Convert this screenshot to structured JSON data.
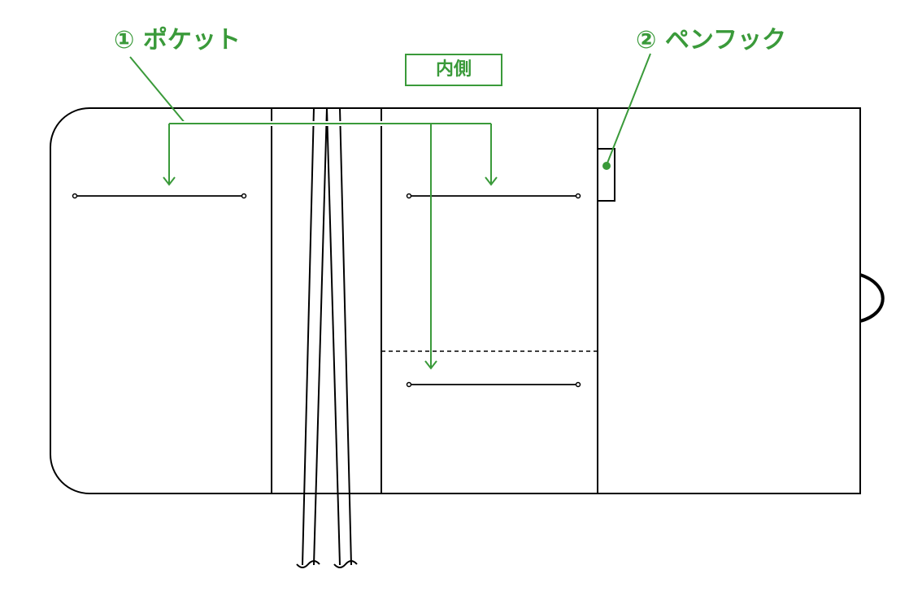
{
  "title_badge": "内側",
  "callouts": [
    {
      "number": "①",
      "label": "ポケット"
    },
    {
      "number": "②",
      "label": "ペンフック"
    }
  ],
  "colors": {
    "accent": "#3a9a3a",
    "line": "#000000"
  }
}
